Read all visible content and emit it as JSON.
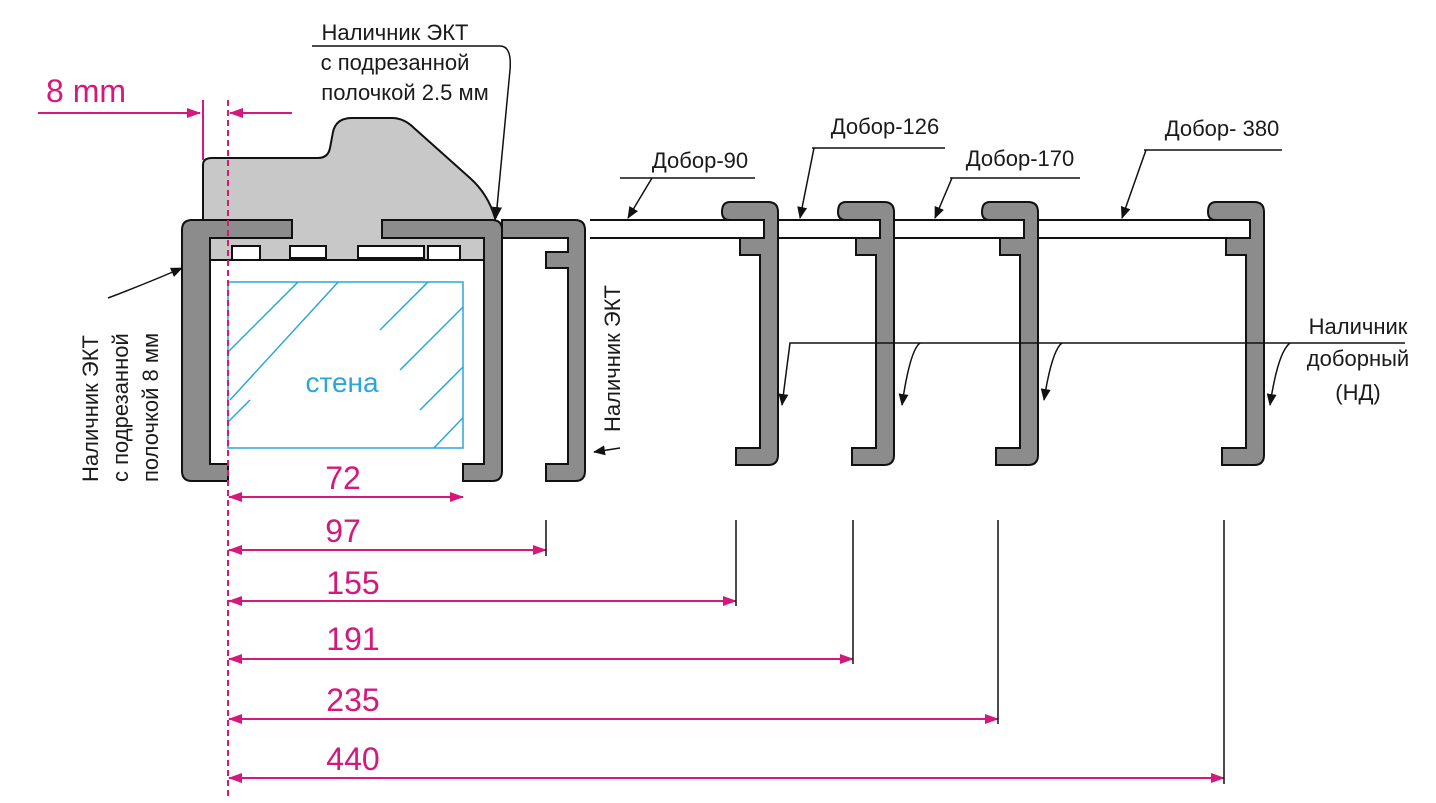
{
  "labels": {
    "top_casing_line1": "Наличник ЭКТ",
    "top_casing_line2": "с подрезанной",
    "top_casing_line3": "полочкой 2.5 мм",
    "left_casing_line1": "Наличник ЭКТ",
    "left_casing_line2": "с подрезанной",
    "left_casing_line3": "полочкой 8 мм",
    "right_casing": "Наличник ЭКТ",
    "wall": "стена",
    "extension_90": "Добор-90",
    "extension_126": "Добор-126",
    "extension_170": "Добор-170",
    "extension_380": "Добор- 380",
    "nd_line1": "Наличник",
    "nd_line2": "доборный",
    "nd_line3": "(НД)"
  },
  "offset_label": "8 mm",
  "dimensions": [
    "72",
    "97",
    "155",
    "191",
    "235",
    "440"
  ],
  "colors": {
    "dimension": "#d4187c",
    "profile_fill": "#8c8c8c",
    "wall_hatch": "#2aa7d9",
    "frame_fill": "#c8c8c8"
  }
}
